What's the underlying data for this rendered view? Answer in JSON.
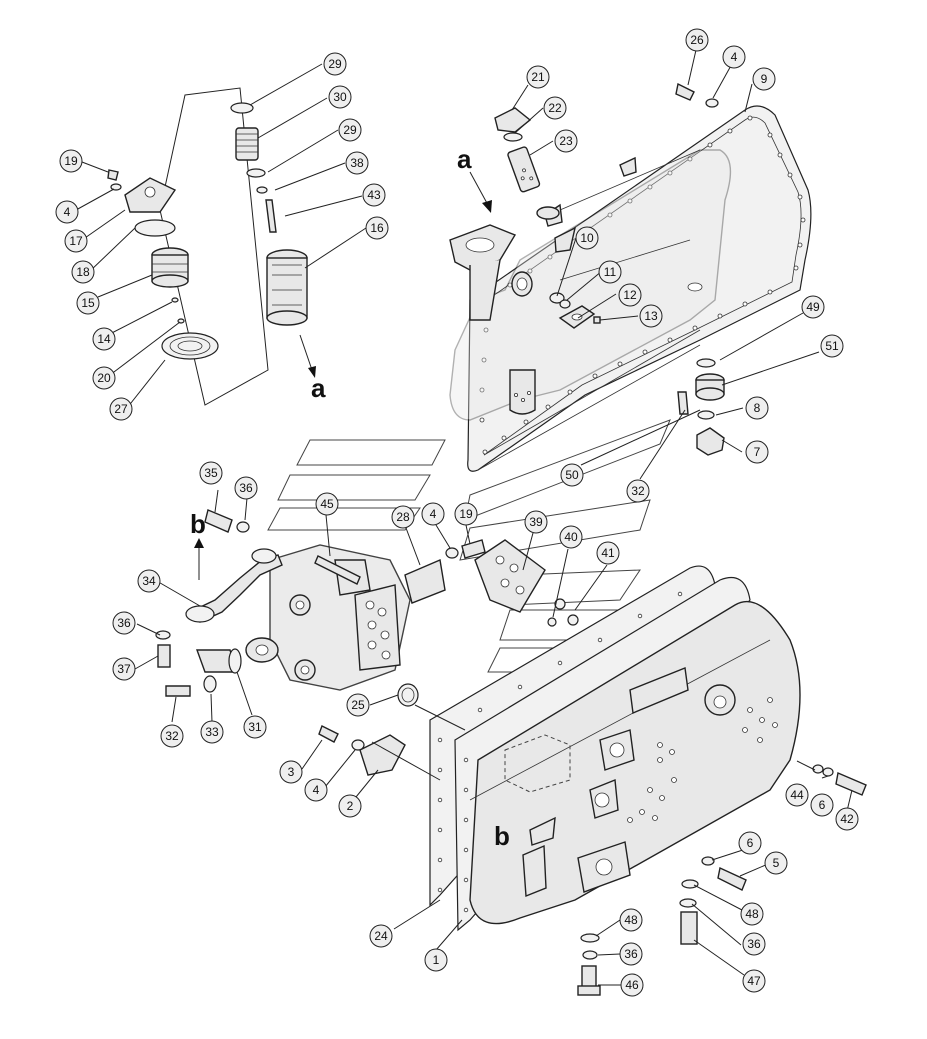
{
  "diagram": {
    "callouts": [
      "1",
      "2",
      "3",
      "4",
      "5",
      "6",
      "7",
      "8",
      "9",
      "10",
      "11",
      "12",
      "13",
      "14",
      "15",
      "16",
      "17",
      "18",
      "19",
      "20",
      "21",
      "22",
      "23",
      "24",
      "25",
      "26",
      "27",
      "28",
      "29",
      "30",
      "31",
      "32",
      "33",
      "34",
      "35",
      "36",
      "37",
      "38",
      "39",
      "40",
      "41",
      "42",
      "43",
      "44",
      "45",
      "46",
      "47",
      "48",
      "49",
      "50",
      "51"
    ],
    "letters": {
      "a": "a",
      "b": "b"
    }
  }
}
